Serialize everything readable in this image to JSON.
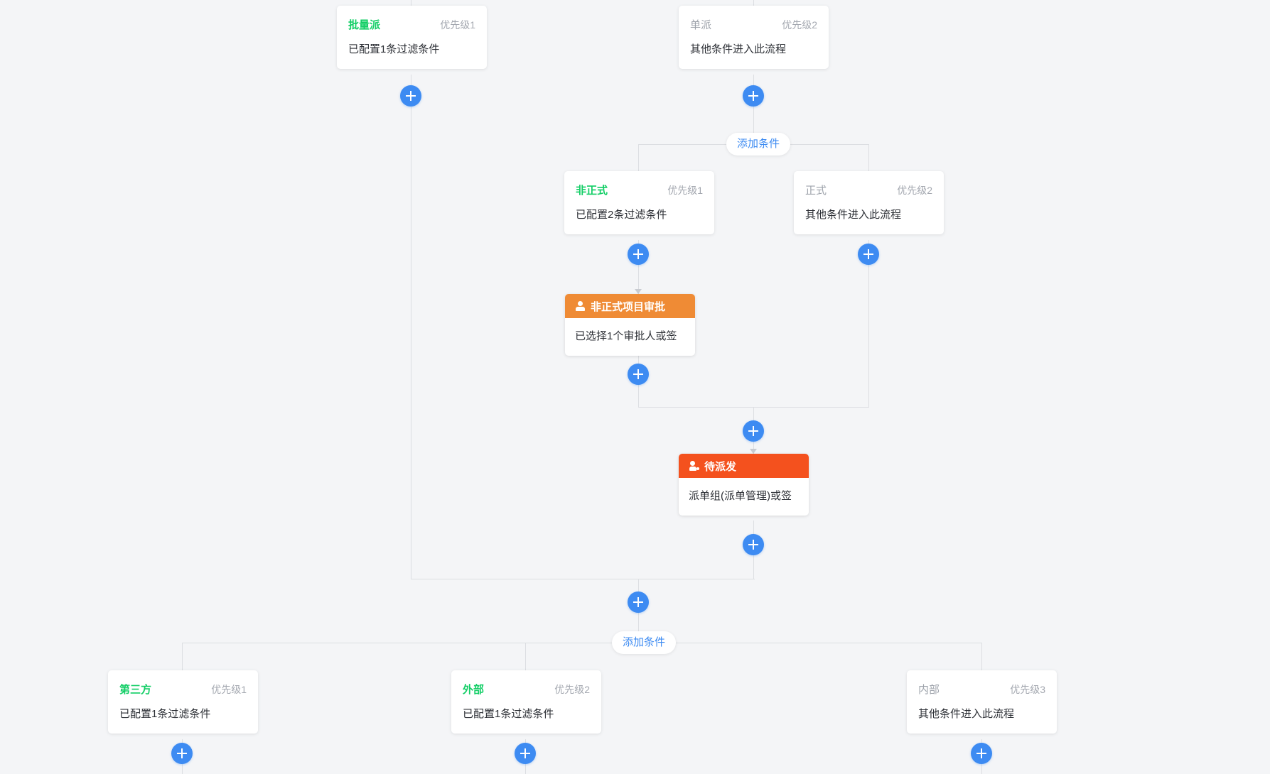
{
  "theme": {
    "background": "#f4f5f7",
    "accent_blue": "#3d8bf2",
    "green": "#13ce66",
    "orange": "#ef8b35",
    "red": "#f4511e",
    "line": "#dcdee2"
  },
  "labels": {
    "add_condition": "添加条件",
    "plus_icon": "plus-icon"
  },
  "top_branch": {
    "cards": [
      {
        "title": "批量派",
        "title_style": "green",
        "priority": "优先级1",
        "desc": "已配置1条过滤条件"
      },
      {
        "title": "单派",
        "title_style": "gray",
        "priority": "优先级2",
        "desc": "其他条件进入此流程"
      }
    ]
  },
  "sub_branch": {
    "add_condition": "添加条件",
    "cards": [
      {
        "title": "非正式",
        "title_style": "green",
        "priority": "优先级1",
        "desc": "已配置2条过滤条件"
      },
      {
        "title": "正式",
        "title_style": "gray",
        "priority": "优先级2",
        "desc": "其他条件进入此流程"
      }
    ]
  },
  "nodes": [
    {
      "title": "非正式项目审批",
      "header_style": "orange",
      "icon": "person-icon",
      "desc": "已选择1个审批人或签"
    },
    {
      "title": "待派发",
      "header_style": "red",
      "icon": "person-gear-icon",
      "desc": "派单组(派单管理)或签"
    }
  ],
  "bottom_branch": {
    "add_condition": "添加条件",
    "cards": [
      {
        "title": "第三方",
        "title_style": "green",
        "priority": "优先级1",
        "desc": "已配置1条过滤条件"
      },
      {
        "title": "外部",
        "title_style": "green",
        "priority": "优先级2",
        "desc": "已配置1条过滤条件"
      },
      {
        "title": "内部",
        "title_style": "gray",
        "priority": "优先级3",
        "desc": "其他条件进入此流程"
      }
    ]
  }
}
